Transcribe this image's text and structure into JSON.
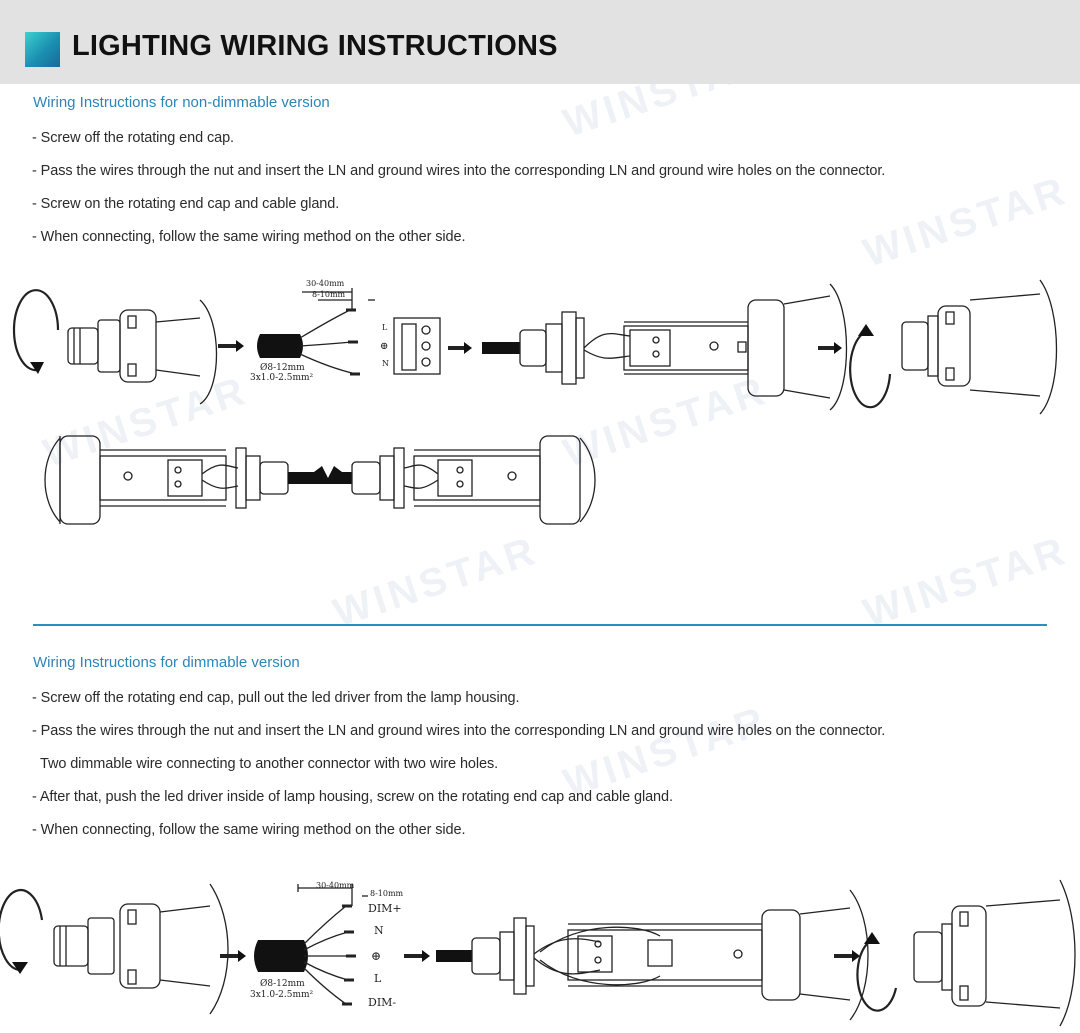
{
  "header": {
    "title": "LIGHTING WIRING INSTRUCTIONS",
    "accent_color": "#2a86b8"
  },
  "watermark": "WINSTAR",
  "non_dimmable": {
    "title": "Wiring Instructions for non-dimmable version",
    "steps": [
      "- Screw off the rotating end cap.",
      "- Pass the wires through the nut and insert the LN and ground wires into the corresponding LN and ground wire holes on the connector.",
      "- Screw on the rotating end cap and cable gland.",
      "- When connecting, follow the same wiring method on the other side."
    ],
    "diagram": {
      "strip_length": "30-40mm",
      "strip_end": "8-10mm",
      "cable_diameter": "Ø8-12mm",
      "wire_spec": "3x1.0-2.5mm²",
      "terminal_l": "L",
      "terminal_ground": "⊕",
      "terminal_n": "N"
    }
  },
  "dimmable": {
    "title": "Wiring Instructions for dimmable version",
    "steps": [
      "- Screw off the rotating end cap, pull out the led driver from the lamp housing.",
      "- Pass the wires through the nut and insert the LN and ground wires into the corresponding LN and ground wire holes on the connector.",
      "Two dimmable wire connecting to another connector with two wire holes.",
      "- After that, push the led driver inside of lamp housing, screw on the rotating end cap and cable gland.",
      "- When connecting, follow the same wiring method on the other side."
    ],
    "diagram": {
      "strip_length": "30-40mm",
      "strip_end": "8-10mm",
      "cable_diameter": "Ø8-12mm",
      "wire_spec": "3x1.0-2.5mm²",
      "wire_dim_plus": "DIM+",
      "wire_n": "N",
      "wire_ground": "⊕",
      "wire_l": "L",
      "wire_dim_minus": "DIM-"
    }
  }
}
